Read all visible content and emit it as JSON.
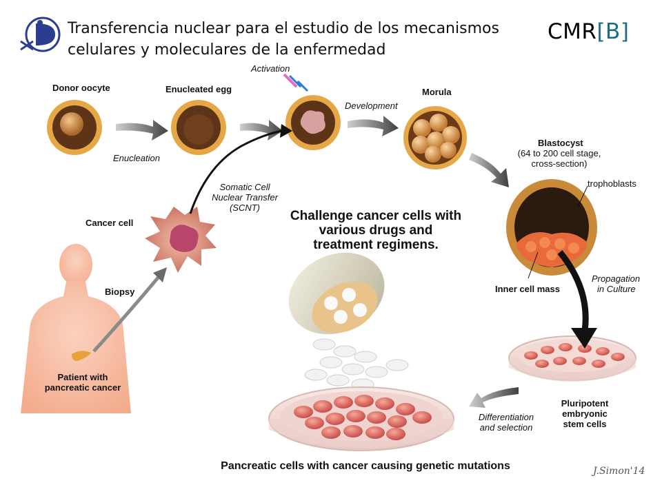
{
  "header": {
    "title": "Transferencia nuclear para el estudio de los mecanismos celulares y moleculares de la enfermedad",
    "brand_main": "CMR",
    "brand_open": "[",
    "brand_letter": "B",
    "brand_close": "]"
  },
  "labels": {
    "donor_oocyte": "Donor oocyte",
    "enucleated_egg": "Enucleated egg",
    "activation": "Activation",
    "morula": "Morula",
    "enucleation": "Enucleation",
    "development": "Development",
    "blastocyst": "Blastocyst",
    "blastocyst_detail_1": "(64 to 200 cell stage,",
    "blastocyst_detail_2": "cross-section)",
    "trophoblasts": "trophoblasts",
    "scnt_1": "Somatic Cell",
    "scnt_2": "Nuclear Transfer",
    "scnt_3": "(SCNT)",
    "cancer_cell": "Cancer cell",
    "biopsy": "Biopsy",
    "patient_1": "Patient with",
    "patient_2": "pancreatic cancer",
    "inner_cell_mass": "Inner cell mass",
    "propagation_1": "Propagation",
    "propagation_2": "in Culture",
    "pluripotent_1": "Pluripotent",
    "pluripotent_2": "embryonic",
    "pluripotent_3": "stem cells",
    "differentiation_1": "Differentiation",
    "differentiation_2": "and selection",
    "challenge": "Challenge cancer cells with various drugs and treatment regimens.",
    "bottom_caption": "Pancreatic cells with cancer causing genetic mutations",
    "signature": "J.Simon'14"
  },
  "colors": {
    "egg_shell": "#e8b04a",
    "egg_inner": "#6b3a1a",
    "arrow_gray": "#5a5a5a",
    "skin": "#f5b9a0",
    "cell_pink": "#e07a78",
    "brand_bracket": "#1a6e84"
  }
}
